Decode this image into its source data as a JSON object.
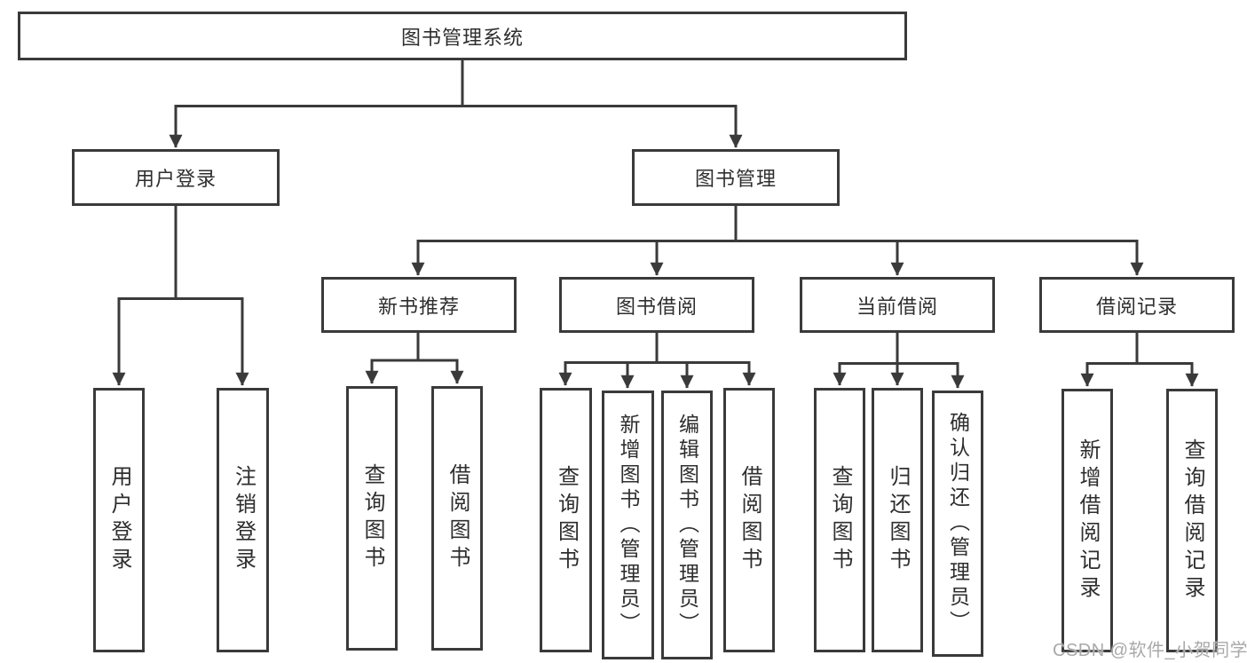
{
  "diagram_type": "hierarchy-tree",
  "colors": {
    "line": "#3a3a3a",
    "border": "#3a3a3a",
    "text": "#2e2e2e",
    "background": "#ffffff",
    "watermark_text": "#a9a9a9"
  },
  "watermark": {
    "text": "CSDN @软件_小贺同学"
  },
  "tree": {
    "label": "图书管理系统",
    "children": [
      {
        "label": "用户登录",
        "children": [
          {
            "label": "用户登录"
          },
          {
            "label": "注销登录"
          }
        ]
      },
      {
        "label": "图书管理",
        "children": [
          {
            "label": "新书推荐",
            "children": [
              {
                "label": "查询图书"
              },
              {
                "label": "借阅图书"
              }
            ]
          },
          {
            "label": "图书借阅",
            "children": [
              {
                "label": "查询图书"
              },
              {
                "label": "新增图书（管理员）"
              },
              {
                "label": "编辑图书（管理员）"
              },
              {
                "label": "借阅图书"
              }
            ]
          },
          {
            "label": "当前借阅",
            "children": [
              {
                "label": "查询图书"
              },
              {
                "label": "归还图书"
              },
              {
                "label": "确认归还（管理员）"
              }
            ]
          },
          {
            "label": "借阅记录",
            "children": [
              {
                "label": "新增借阅记录"
              },
              {
                "label": "查询借阅记录"
              }
            ]
          }
        ]
      }
    ]
  }
}
